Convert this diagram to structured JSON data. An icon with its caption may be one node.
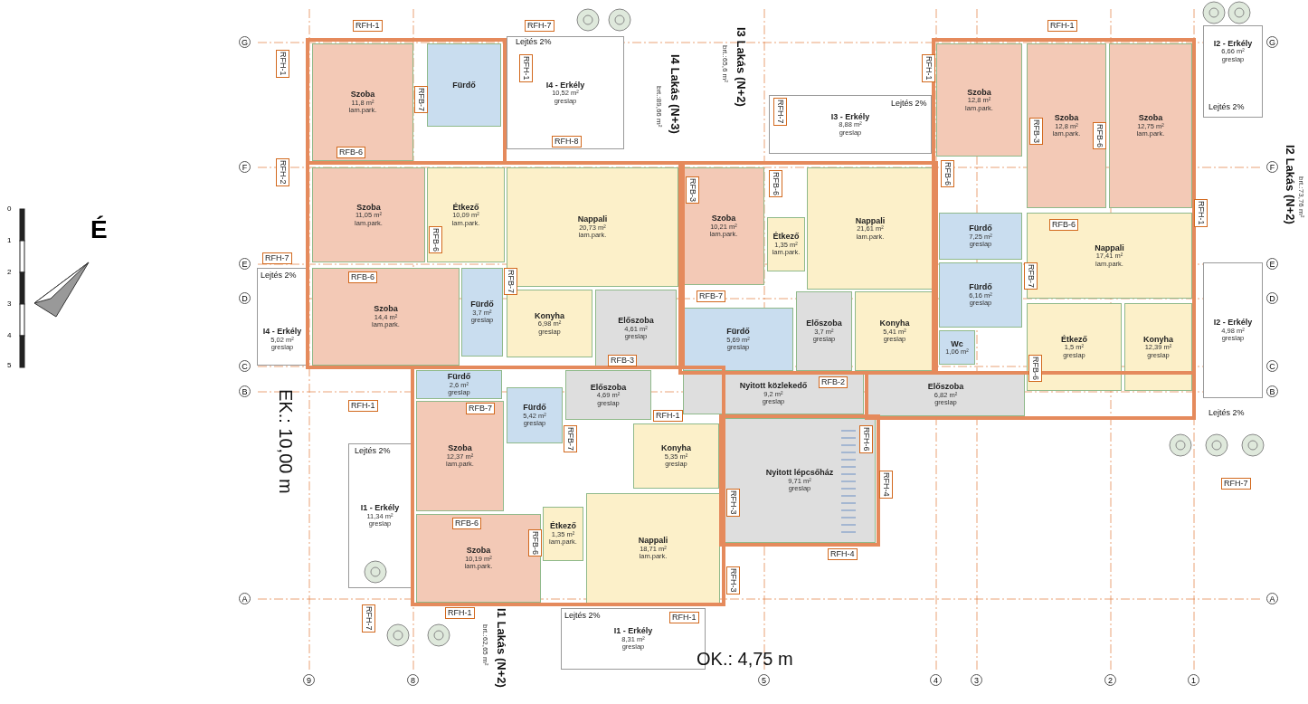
{
  "diagram": {
    "nodes": [
      {
        "text": [
          "Szoba",
          "11,8 m²",
          "lam.park."
        ]
      },
      {
        "text": [
          "Fürdő"
        ]
      },
      {
        "text": [
          "I4 - Erkély",
          "10,52 m²",
          "greslap"
        ]
      },
      {
        "text": [
          "Szoba",
          "11,05 m²",
          "lam.park."
        ]
      },
      {
        "text": [
          "Étkező",
          "10,09 m²",
          "lam.park."
        ]
      },
      {
        "text": [
          "Nappali",
          "20,73 m²",
          "lam.park."
        ]
      },
      {
        "text": [
          "Szoba",
          "14,4 m²",
          "lam.park."
        ]
      },
      {
        "text": [
          "Fürdő",
          "3,7 m²",
          "greslap"
        ]
      },
      {
        "text": [
          "Konyha",
          "6,98 m²",
          "greslap"
        ]
      },
      {
        "text": [
          "Előszoba",
          "4,61 m²",
          "greslap"
        ]
      },
      {
        "text": [
          "I4 - Erkély",
          "5,02 m²",
          "greslap"
        ]
      },
      {
        "text": [
          "I3 - Erkély",
          "8,88 m²",
          "greslap"
        ]
      },
      {
        "text": [
          "Szoba",
          "10,21 m²",
          "lam.park."
        ]
      },
      {
        "text": [
          "Étkező",
          "1,35 m²",
          "lam.park."
        ]
      },
      {
        "text": [
          "Nappali",
          "21,61 m²",
          "lam.park."
        ]
      },
      {
        "text": [
          "Fürdő",
          "5,69 m²",
          "greslap"
        ]
      },
      {
        "text": [
          "Előszoba",
          "3,7 m²",
          "greslap"
        ]
      },
      {
        "text": [
          "Konyha",
          "5,41 m²",
          "greslap"
        ]
      },
      {
        "text": [
          "Szoba",
          "12,8 m²",
          "lam.park."
        ]
      },
      {
        "text": [
          "Szoba",
          "12,8 m²",
          "lam.park."
        ]
      },
      {
        "text": [
          "Szoba",
          "12,75 m²",
          "lam.park."
        ]
      },
      {
        "text": [
          "I2 - Erkély",
          "6,66 m²",
          "greslap"
        ]
      },
      {
        "text": [
          "Fürdő",
          "7,25 m²",
          "greslap"
        ]
      },
      {
        "text": [
          "Nappali",
          "17,41 m²",
          "lam.park."
        ]
      },
      {
        "text": [
          "Fürdő",
          "6,16 m²",
          "greslap"
        ]
      },
      {
        "text": [
          "Wc",
          "1,06 m²"
        ]
      },
      {
        "text": [
          "Étkező",
          "1,5 m²",
          "greslap"
        ]
      },
      {
        "text": [
          "Konyha",
          "12,39 m²",
          "greslap"
        ]
      },
      {
        "text": [
          "I2 - Erkély",
          "4,98 m²",
          "greslap"
        ]
      },
      {
        "text": [
          "Előszoba",
          "6,82 m²",
          "greslap"
        ]
      },
      {
        "text": [
          "Nyitott közlekedő",
          "9,2 m²",
          "greslap"
        ]
      },
      {
        "text": [
          "Fürdő",
          "2,6 m²",
          "greslap"
        ]
      },
      {
        "text": [
          "Előszoba",
          "4,69 m²",
          "greslap"
        ]
      },
      {
        "text": [
          "Fürdő",
          "5,42 m²",
          "greslap"
        ]
      },
      {
        "text": [
          "Szoba",
          "12,37 m²",
          "lam.park."
        ]
      },
      {
        "text": [
          "Konyha",
          "5,35 m²",
          "greslap"
        ]
      },
      {
        "text": [
          "Nyitott lépcsőház",
          "9,71 m²",
          "greslap"
        ]
      },
      {
        "text": [
          "Szoba",
          "10,19 m²",
          "lam.park."
        ]
      },
      {
        "text": [
          "Étkező",
          "1,35 m²",
          "lam.park."
        ]
      },
      {
        "text": [
          "Nappali",
          "18,71 m²",
          "lam.park."
        ]
      },
      {
        "text": [
          "I1 - Erkély",
          "11,34 m²",
          "greslap"
        ]
      },
      {
        "text": [
          "I1 - Erkély",
          "8,31 m²",
          "greslap"
        ]
      }
    ],
    "labels": [
      "I4 Lakás (N+3)",
      "brt.:89,66 m²",
      "I3 Lakás (N+2)",
      "brt.:65,6 m²",
      "I2 Lakás (N+2)",
      "brt.:73,76 m²",
      "I1 Lakás (N+2)",
      "brt.:62,65 m²",
      "EK.: 10,00 m",
      "OK.: 4,75 m",
      "É",
      "Lejtés 2%",
      "Lejtés 2%",
      "Lejtés 2%",
      "Lejtés 2%",
      "Lejtés 2%",
      "Lejtés 2%",
      "Lejtés 2%",
      "G",
      "F",
      "E",
      "D",
      "C",
      "B",
      "A",
      "G",
      "F",
      "E",
      "D",
      "C",
      "B",
      "A",
      "9",
      "8",
      "5",
      "4",
      "3",
      "2",
      "1",
      "0",
      "1",
      "2",
      "3",
      "4",
      "5",
      "RFH-1",
      "RFH-7",
      "RFH-1",
      "RFH-1",
      "RFB-7",
      "RFH-8",
      "RFH-2",
      "RFB-6",
      "RFB-6",
      "RFB-3",
      "RFB-6",
      "RFH-7",
      "RFH-1",
      "RFH-1",
      "RFB-3",
      "RFB-6",
      "RFB-6",
      "RFB-6",
      "RFH-1",
      "RFH-7",
      "RFB-6",
      "RFB-7",
      "RFB-7",
      "RFB-7",
      "RFB-6",
      "RFB-3",
      "RFH-1",
      "RFB-7",
      "RFB-7",
      "RFB-2",
      "RFH-1",
      "RFH-6",
      "RFH-3",
      "RFH-4",
      "RFH-4",
      "RFH-3",
      "RFH-1",
      "RFH-1",
      "RFH-7",
      "RFH-7",
      "RFB-6",
      "RFB-6"
    ]
  }
}
